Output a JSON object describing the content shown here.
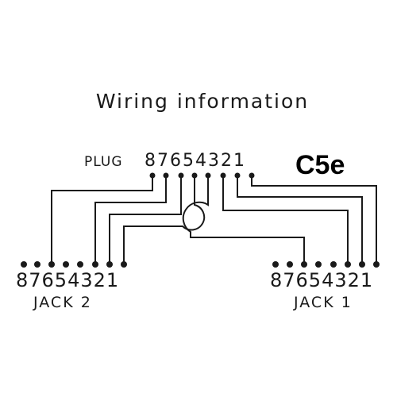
{
  "diagram": {
    "title": "Wiring information",
    "plug": {
      "label": "PLUG",
      "pins": "87654321"
    },
    "category": "C5e",
    "jack2": {
      "pins": "87654321",
      "label": "JACK 2"
    },
    "jack1": {
      "pins": "87654321",
      "label": "JACK 1"
    }
  }
}
